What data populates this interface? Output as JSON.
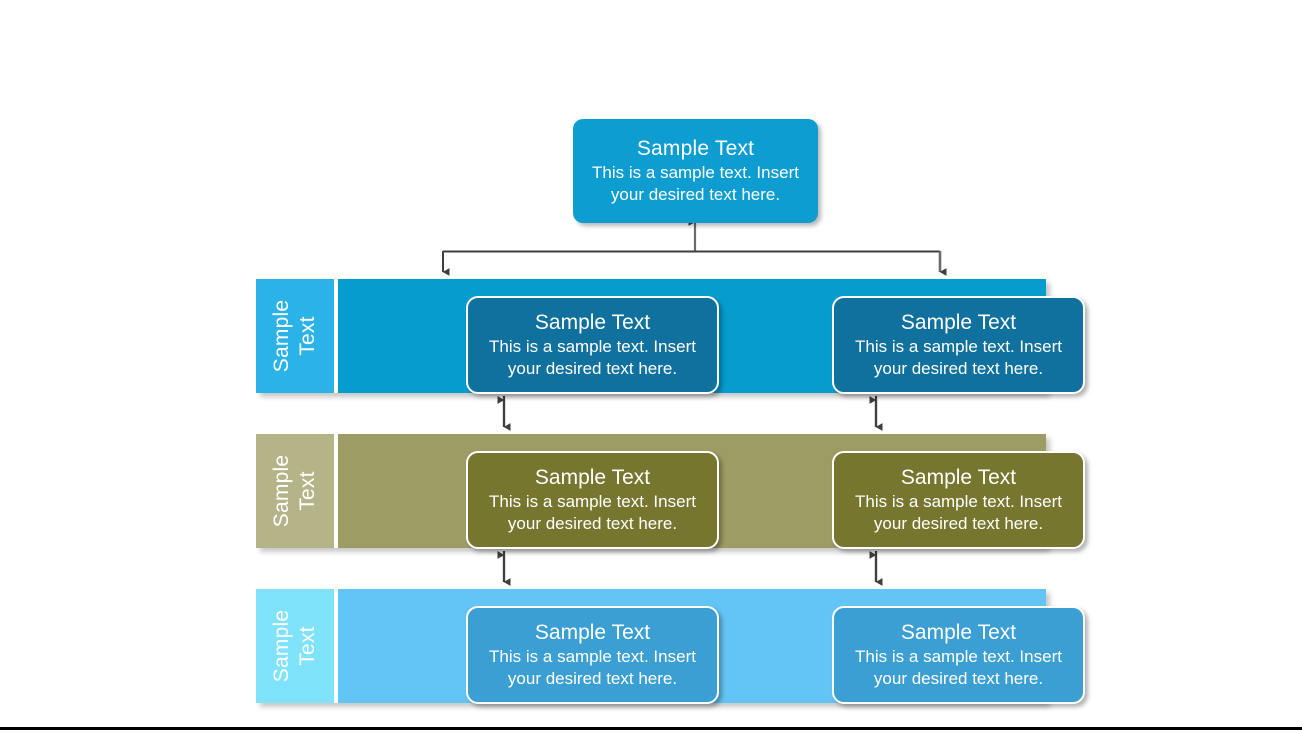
{
  "diagram": {
    "title_text": "Sample Text",
    "body_text": "This is a sample text. Insert your desired text here.",
    "top_node": {
      "title": "Sample Text",
      "body": "This is a sample text. Insert your desired text here.",
      "color": "#0d9dd1"
    },
    "lanes": [
      {
        "label_line1": "Sample",
        "label_line2": "Text",
        "tab_color": "#2bb3e8",
        "band_color": "#079cce",
        "box_color": "#10719e",
        "boxes": [
          {
            "title": "Sample Text",
            "body": "This is a sample text. Insert your desired text here."
          },
          {
            "title": "Sample Text",
            "body": "This is a sample text. Insert your desired text here."
          }
        ]
      },
      {
        "label_line1": "Sample",
        "label_line2": "Text",
        "tab_color": "#b5b488",
        "band_color": "#9c9c64",
        "box_color": "#76762f",
        "boxes": [
          {
            "title": "Sample Text",
            "body": "This is a sample text. Insert your desired text here."
          },
          {
            "title": "Sample Text",
            "body": "This is a sample text. Insert your desired text here."
          }
        ]
      },
      {
        "label_line1": "Sample",
        "label_line2": "Text",
        "tab_color": "#7fe3fb",
        "band_color": "#63c5f5",
        "box_color": "#3b9fd4",
        "boxes": [
          {
            "title": "Sample Text",
            "body": "This is a sample text. Insert your desired text here."
          },
          {
            "title": "Sample Text",
            "body": "This is a sample text. Insert your desired text here."
          }
        ]
      }
    ],
    "connector_color": "#3f3f3f"
  }
}
